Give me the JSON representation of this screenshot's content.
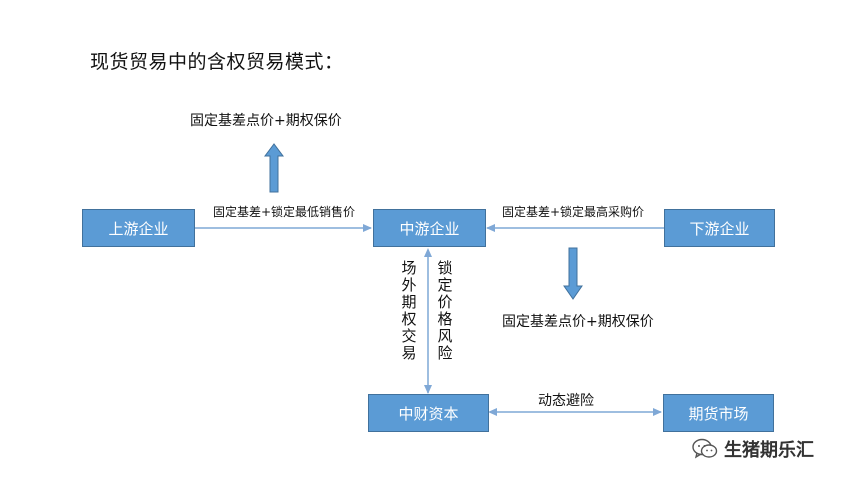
{
  "title": "现货贸易中的含权贸易模式：",
  "nodes": {
    "upstream": "上游企业",
    "midstream": "中游企业",
    "downstream": "下游企业",
    "capital": "中财资本",
    "futures_market": "期货市场"
  },
  "labels": {
    "up_to_mid": "固定基差+锁定最低销售价",
    "down_to_mid": "固定基差+锁定最高采购价",
    "up_result": "固定基差点价+期权保价",
    "down_result": "固定基差点价+期权保价",
    "otc_trade": "场外期权交易",
    "lock_price_risk": "锁定价格风险",
    "dynamic_hedge": "动态避险"
  },
  "watermark": {
    "text": "生猪期乐汇",
    "icon": "wechat-icon"
  },
  "colors": {
    "box_fill": "#5b9bd5",
    "box_border": "#41719c",
    "arrow_fill": "#5b9bd5",
    "line": "#7fa8d6"
  }
}
